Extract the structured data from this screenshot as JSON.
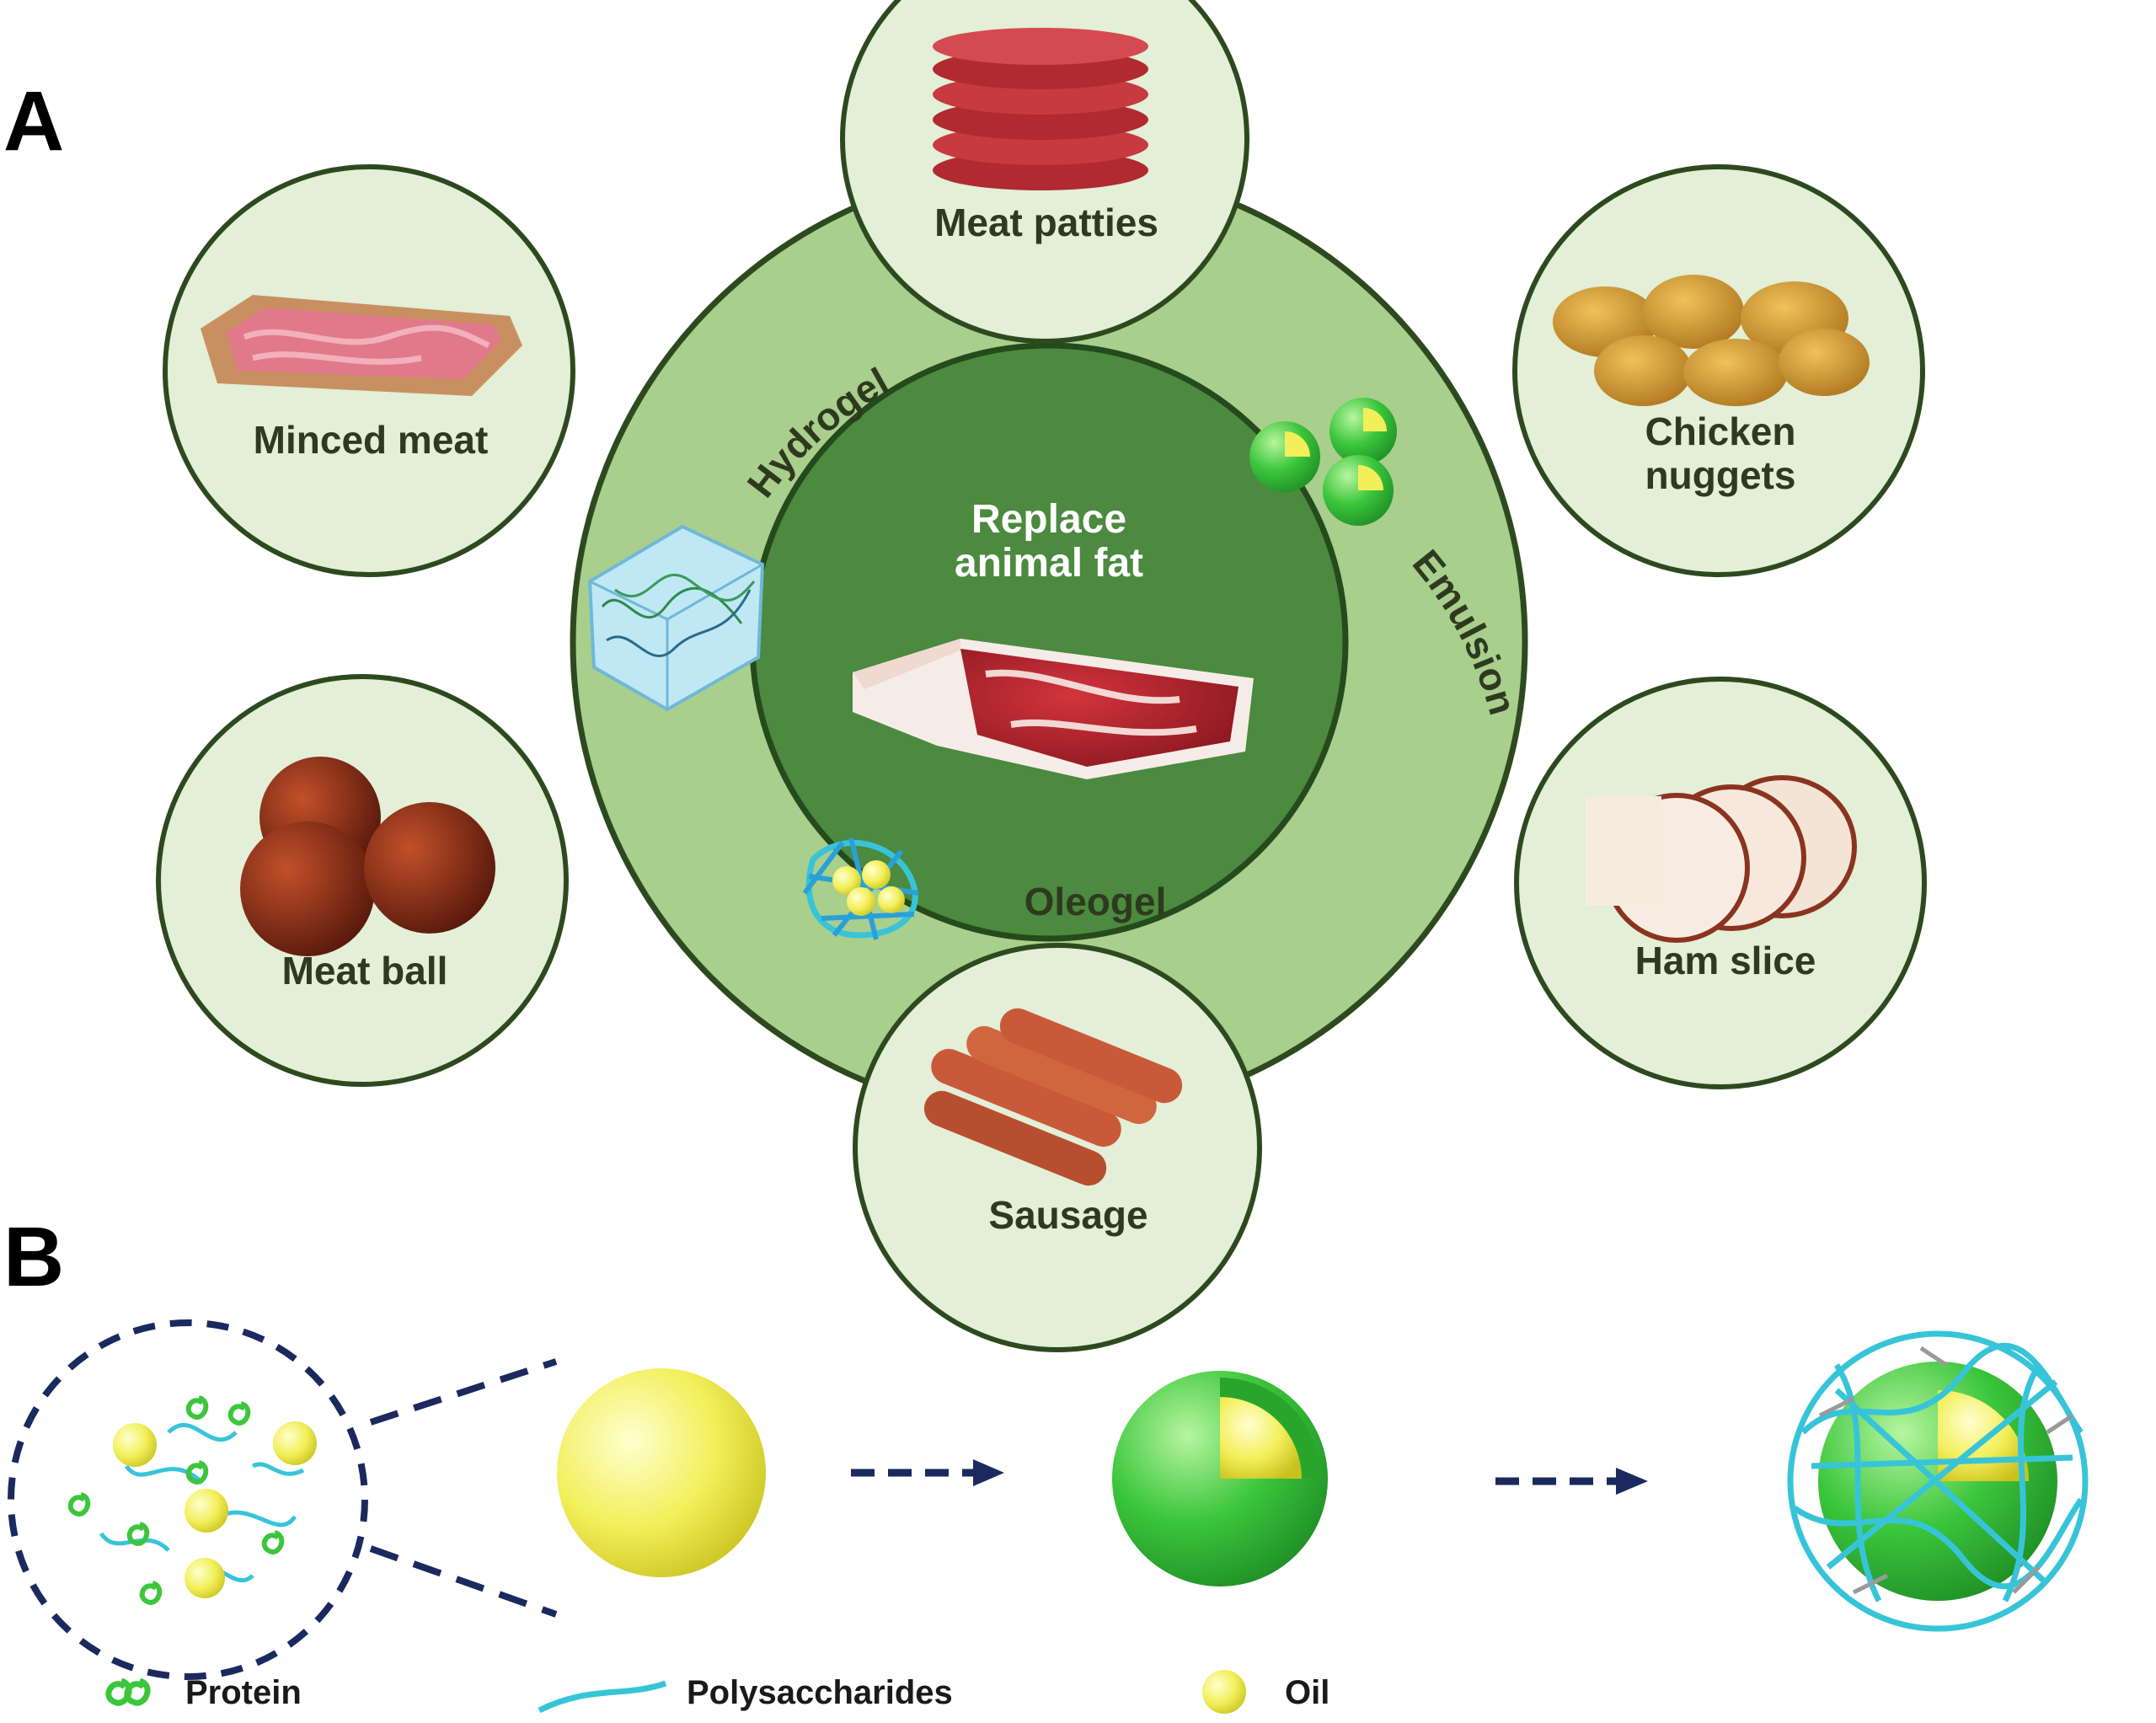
{
  "panels": {
    "a": "A",
    "b": "B"
  },
  "center": {
    "line1": "Replace",
    "line2": "animal fat"
  },
  "ring": {
    "hydrogel": "Hydrogel",
    "emulsion": "Emulsion",
    "oleogel": "Oleogel"
  },
  "foods": {
    "meat_patties": "Meat patties",
    "minced_meat": "Minced meat",
    "chicken_nuggets_line1": "Chicken",
    "chicken_nuggets_line2": "nuggets",
    "meat_ball": "Meat ball",
    "ham_slice": "Ham slice",
    "sausage": "Sausage"
  },
  "legend": {
    "protein": "Protein",
    "polysaccharides": "Polysaccharides",
    "oil": "Oil"
  },
  "colors": {
    "outer_ring": "#a8cf8c",
    "inner_disc": "#4b8a3f",
    "food_circle_fill": "#e3efd6",
    "food_circle_stroke": "#2d4a1f",
    "oil": "#f2ef5a",
    "protein_shell": "#3cc63c",
    "polysaccharide": "#38c4d8",
    "arrow": "#1a2a5e"
  }
}
